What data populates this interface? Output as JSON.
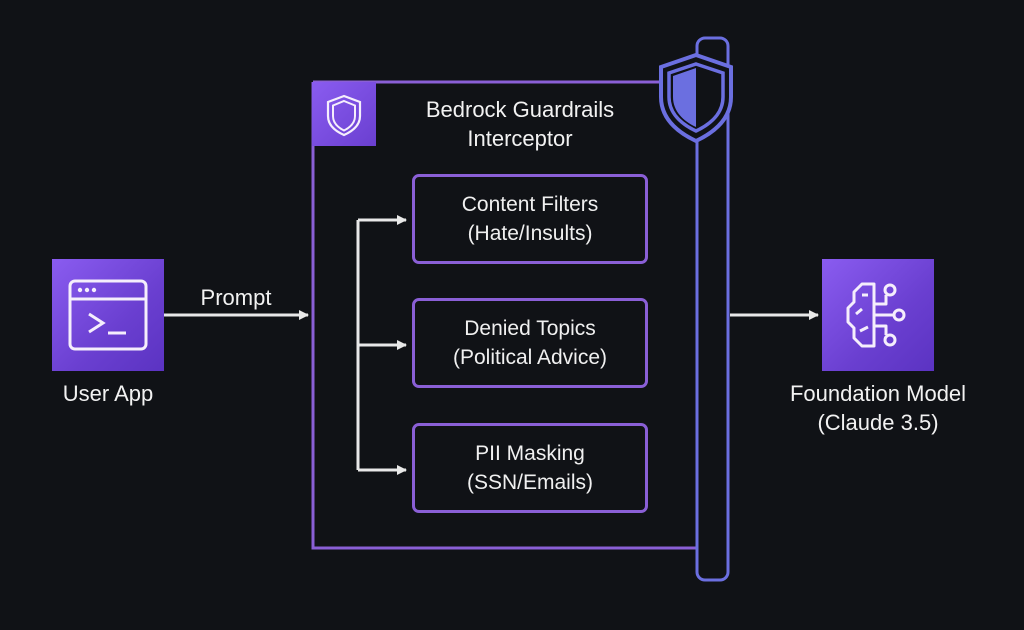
{
  "diagram": {
    "user_app": {
      "label": "User App",
      "icon": "terminal-window-icon"
    },
    "prompt_edge": {
      "label": "Prompt"
    },
    "interceptor": {
      "title_line1": "Bedrock Guardrails",
      "title_line2": "Interceptor",
      "badge_icon": "shield-icon",
      "gate_icon": "shield-half-icon"
    },
    "filters": [
      {
        "title": "Content Filters",
        "subtitle": "(Hate/Insults)"
      },
      {
        "title": "Denied Topics",
        "subtitle": "(Political Advice)"
      },
      {
        "title": "PII Masking",
        "subtitle": "(SSN/Emails)"
      }
    ],
    "model": {
      "label_line1": "Foundation Model",
      "label_line2": "(Claude 3.5)",
      "icon": "ai-brain-icon"
    },
    "colors": {
      "background": "#101216",
      "accent_purple": "#8a5cf0",
      "border_purple": "#8a5fd6",
      "gate_blue": "#6b6fe0",
      "arrow": "#e8e8e8"
    }
  }
}
